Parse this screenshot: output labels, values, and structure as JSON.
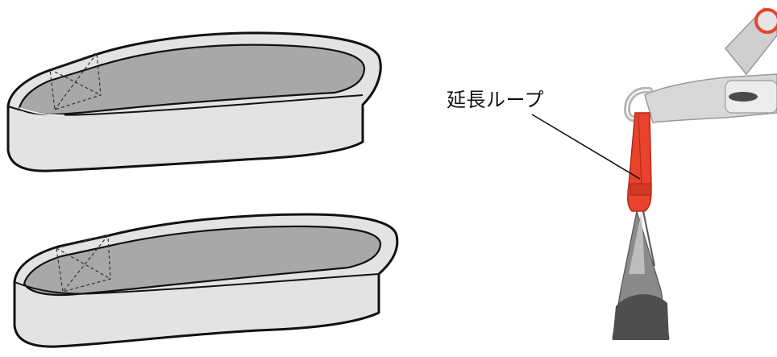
{
  "callout": {
    "label": "延長ループ"
  },
  "colors": {
    "loop_outer": "#e2e2e2",
    "loop_inner": "#a9a9a9",
    "outline": "#111111",
    "extension_loop": "#e8432c",
    "hanger": "#c9c9c9",
    "sling_fabric": "#5c5c5c"
  },
  "items": {
    "loops": [
      "extension-loop-top",
      "extension-loop-bottom"
    ],
    "photo": "patient-lift-hanger-with-extension-loop"
  }
}
